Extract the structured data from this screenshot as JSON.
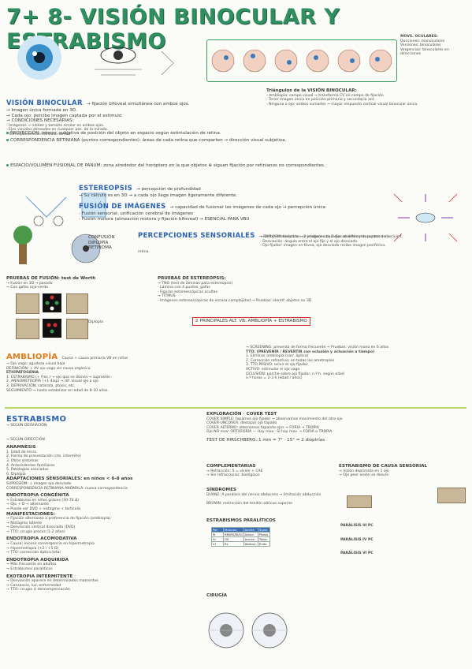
{
  "title": "7+ 8- VISIÓN BINOCULAR Y ESTRABISMO",
  "side_notes": {
    "heading": "MOVS. OCULARES:",
    "items": [
      "Ducciones: monoculares",
      "Versiones: binoculares",
      "Vergencias: binoculares en direcciones"
    ]
  },
  "vision_binocular": {
    "heading": "VISIÓN BINOCULAR",
    "intro": "→ fijación bifoveal simultánea con ambos ojos.",
    "lines": [
      "→ Imagen única formada en 3D.",
      "→ Cada ojo: percibe imagen captada por el estímulo",
      "→ CONDICIONES NECESARIAS:",
      "- Imágenes → nitidez y tamaño similar en ambos ojos.",
      "- Ejes visuales alineados en cualquier pos. de la mirada.",
      "- Correspondencia retiniana normal."
    ]
  },
  "right_top": {
    "heading": "Triángulos de la VISIÓN BINOCULAR:",
    "lines": [
      "- Ambliopía: campo visual → transforma CV en campo de fijación",
      "- Tener imagen única en posición primaria y secundaria ant.",
      "- Ninguna o ojo: ambos sumados → mayor respuesta cortical visual binocular única."
    ]
  },
  "proyeccion": "PROYECCIÓN: interpr. subjetiva de posición del objeto en espacio según estimulación de retina.",
  "correspondencia": "CORRESPONDENCIA RETINIANA (puntos correspondientes): áreas de cada retina que comparten → dirección visual subjetiva.",
  "horopter": "ESPACIO/VOLUMEN FUSIONAL DE PANUM: zona alrededor del horóptero en la que objetos ⊕ siguen fijación por retinianos no correspondientes.",
  "estereopsis": {
    "heading": "ESTEREOPSIS",
    "desc": "→ percepción de profundidad",
    "line": "→ Su cálculo es en 3D → a cada ojo llega imagen ligeramente diferente."
  },
  "fusion": {
    "heading": "FUSIÓN DE IMÁGENES",
    "desc": "→ capacidad de fusionar las imágenes de cada ojo → percepción única",
    "sensorial": "- Fusión sensorial: unificación cerebral de imágenes",
    "motora": "- Fusión motora (alineación motora y fijación bifoveal) → ESENCIAL PARA VBU"
  },
  "alteraciones": {
    "heading": "PERCEPCIONES SENSORIALES",
    "desc": "→ Hecho estereóptico → 2 imágenes basadas en diferentes puntos de la retina.",
    "items": [
      "CONFUSIÓN",
      "DIPLOPÍA",
      "RETINOMA"
    ],
    "diplopia": "→ DIPLOPÍA: binocular, se produce con 2 ojos abiertos y desaparece al ocluir 1.",
    "notes": [
      "- Desviación: ángulo entre el ojo fijo y el ojo desviado.",
      "- Ojo fijador: imagen en fóvea, ojo desviado recibe imagen periférica."
    ]
  },
  "pruebas": {
    "fusion_heading": "PRUEBAS DE FUSIÓN: test de Worth",
    "fusion_lines": [
      "→ Fusión en 3D → pasado",
      "→ Con gafas rojo-verde"
    ],
    "estereopsis_heading": "PRUEBAS DE ESTEREOPSIS:",
    "estereopsis_lines": [
      "→ TNO (test de láminas para estereopsis)",
      "- Lámina con 4 puntos, gafas",
      "- Figuras estereoscópicas ocultas",
      "→ TITMUS",
      "- Imágenes estereoscópicas de escasa complejidad → Pruebas: identif. objetos en 3D"
    ],
    "principales": "2 PRINCIPALES ALT. VB: AMBLIOPÍA + ESTRABISMO",
    "diplopia_label": "Diplopía"
  },
  "ambliopia": {
    "heading": "AMBLIOPÍA",
    "desc": "Causa + causa primaria VB en niños",
    "lines": [
      "→ Ojo vago: agudeza visual baja",
      "DEFINICIÓN: ↓ AV ojo vago sin causa orgánica",
      "ETIOPATOGENIA",
      "1. ESTRABISMO (+ frec.) → ojo que se desvía → supresión",
      "2. ANISOMETROPÍA (+1 diop) → dif. visual ojo a ojo",
      "3. DEPRIVACIÓN: catarata, ptosis, etc.",
      "SEGUIMIENTO → hasta estabilizar en edad de 8-10 años."
    ],
    "screening": "→ SCREENING: presenta de forma frecuente → Pruebas: visión mono en 6 años",
    "tto_heading": "TTO: (PREVENIR / REVERTIR con oclusión y actuación a tiempo)",
    "tto_lines": [
      "1. Eliminar ambliopía (corr. óptica)",
      "2. Corrección refractiva: en todas las ametropías",
      "3. TTO PASIVO: ocluir el ojo fijador",
      "ACTIVO: estimular el ojo vago"
    ],
    "oclusion": "OCLUSIÓN: parche sobre ojo fijador, n.º h. según edad",
    "pauta": "n.º horas = 2-3 h (edad / años)"
  },
  "estrabismo": {
    "heading": "ESTRABISMO",
    "segun_desviacion": "→ SEGÚN DESVIACIÓN",
    "segun_direccion": "→ SEGÚN DIRECCIÓN",
    "anamnesis_heading": "ANAMNESIS",
    "anamnesis_lines": [
      "1. Edad de inicio",
      "2. Forma de presentación (cte, intermite)",
      "3. Otros síntomas",
      "4. Antecedentes familiares",
      "5. Patologías asociadas",
      "6. Diplopía"
    ],
    "adaptaciones": "ADAPTACIONES SENSORIALES: en niños < 6-8 años",
    "adapt_lines": [
      "SUPRESIÓN: ↓ imagen ojo desviado",
      "CORRESPONDENCIA RETINIANA ANÓMALA: nueva correspondencia"
    ],
    "endotropia_heading": "ENDOTROPIA CONGÉNITA",
    "endotropia_lines": [
      "→ Estrabismo en niños graves (30-70 Δ)",
      "→ Ojo + D → alternante",
      "→ Puede ser DVD + nistagmo + torticolis"
    ],
    "manifestaciones": "MANIFESTACIONES:",
    "man_lines": [
      "→ Fijación alternante o preferencia de fijación (ambliopía)",
      "→ Nistagmo latente",
      "→ Desviación vertical disociada (DVD)",
      "→ TTO: cirugía precoz (1-2 años)"
    ],
    "acomodativa_heading": "ENDOTROPIA ACOMODATIVA",
    "acomodativa_lines": [
      "→ Causa: exceso convergencia en hipermetropía",
      "→ Hipermetropía (+2 / +5 D)",
      "→ TTO: corrección óptica total"
    ],
    "adquirida_heading": "ENDOTROPIA ADQUIRIDA",
    "adquirida_lines": [
      "→ Más frecuente en adultos",
      "→ Estrabismos paralíticos"
    ],
    "intermitente_heading": "EXOTROPIA INTERMITENTE",
    "intermitente_lines": [
      "→ Desviación aparece en determinados momentos",
      "→ Cansancio, luz, enfermedad",
      "→ TTO: cirugía si descompensación"
    ]
  },
  "exploracion": {
    "heading": "EXPLORACIÓN · COVER TEST",
    "lines": [
      "COVER SIMPLE: tapamos ojo fijador → observamos movimiento del otro ojo",
      "COVER-UNCOVER: destapar ojo tapado",
      "COVER ALTERNO: alternamos tapando ojos → FORIA → TROPIA",
      "Ojo NO mov: ORTOFORIA — Hay mov.: SI hay mov. → FORIA o TROPIA"
    ],
    "test_hirschberg": "TEST DE HIRSCHBERG: 1 mm = 7° · 15° = 2 dioptrías",
    "complementarias_heading": "COMPLEMENTARIAS",
    "complementarias_lines": [
      "→ Refracción: 5 = visión + CAE",
      "→ Sin refraccionar: biológicos"
    ],
    "causa_sensorial": "ESTRABISMO DE CAUSA SENSORIAL",
    "causa_lines": [
      "→ Visión deprimida en 1 ojo",
      "→ Ojo peor visión se desvía"
    ],
    "sindromes_heading": "SÍNDROMES",
    "duane": "DUANE: A parálisis del nervio abducens → limitación abducción",
    "brown": "BROWN: restricción del tendón oblicuo superior",
    "paralisis_heading": "ESTRABISMOS PARALÍTICOS",
    "table": [
      [
        "Par",
        "Músculo",
        "Acción",
        "Signo"
      ],
      [
        "III",
        "RM/RS/RI/OI",
        "Aducc.",
        "Ptosis"
      ],
      [
        "IV",
        "OS",
        "Inciclo",
        "Tortíc."
      ],
      [
        "VI",
        "RL",
        "Abducc.",
        "Endo"
      ]
    ],
    "paralisis_notes": [
      "PARÁLISIS III PC",
      "PARÁLISIS IV PC",
      "PARÁLISIS VI PC"
    ],
    "cirugia": "CIRUGÍA"
  }
}
